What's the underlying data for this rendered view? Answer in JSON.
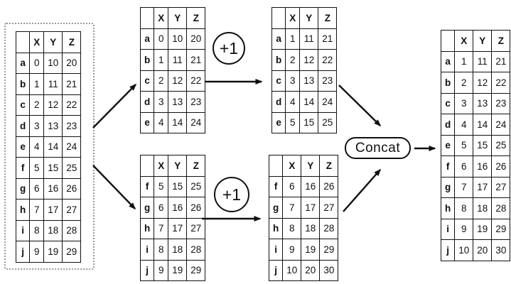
{
  "diagram": {
    "source_table": {
      "headers": [
        "",
        "X",
        "Y",
        "Z"
      ],
      "rows": [
        [
          "a",
          "0",
          "10",
          "20"
        ],
        [
          "b",
          "1",
          "11",
          "21"
        ],
        [
          "c",
          "2",
          "12",
          "22"
        ],
        [
          "d",
          "3",
          "13",
          "23"
        ],
        [
          "e",
          "4",
          "14",
          "24"
        ],
        [
          "f",
          "5",
          "15",
          "25"
        ],
        [
          "g",
          "6",
          "16",
          "26"
        ],
        [
          "h",
          "7",
          "17",
          "27"
        ],
        [
          "i",
          "8",
          "18",
          "28"
        ],
        [
          "j",
          "9",
          "19",
          "29"
        ]
      ]
    },
    "split_top_table": {
      "headers": [
        "",
        "X",
        "Y",
        "Z"
      ],
      "rows": [
        [
          "a",
          "0",
          "10",
          "20"
        ],
        [
          "b",
          "1",
          "11",
          "21"
        ],
        [
          "c",
          "2",
          "12",
          "22"
        ],
        [
          "d",
          "3",
          "13",
          "23"
        ],
        [
          "e",
          "4",
          "14",
          "24"
        ]
      ]
    },
    "split_bottom_table": {
      "headers": [
        "",
        "X",
        "Y",
        "Z"
      ],
      "rows": [
        [
          "f",
          "5",
          "15",
          "25"
        ],
        [
          "g",
          "6",
          "16",
          "26"
        ],
        [
          "h",
          "7",
          "17",
          "27"
        ],
        [
          "i",
          "8",
          "18",
          "28"
        ],
        [
          "j",
          "9",
          "19",
          "29"
        ]
      ]
    },
    "incremented_top_table": {
      "headers": [
        "",
        "X",
        "Y",
        "Z"
      ],
      "rows": [
        [
          "a",
          "1",
          "11",
          "21"
        ],
        [
          "b",
          "2",
          "12",
          "22"
        ],
        [
          "c",
          "3",
          "13",
          "23"
        ],
        [
          "d",
          "4",
          "14",
          "24"
        ],
        [
          "e",
          "5",
          "15",
          "25"
        ]
      ]
    },
    "incremented_bottom_table": {
      "headers": [
        "",
        "X",
        "Y",
        "Z"
      ],
      "rows": [
        [
          "f",
          "6",
          "16",
          "26"
        ],
        [
          "g",
          "7",
          "17",
          "27"
        ],
        [
          "h",
          "8",
          "18",
          "28"
        ],
        [
          "i",
          "9",
          "19",
          "29"
        ],
        [
          "j",
          "10",
          "20",
          "30"
        ]
      ]
    },
    "result_table": {
      "headers": [
        "",
        "X",
        "Y",
        "Z"
      ],
      "rows": [
        [
          "a",
          "1",
          "11",
          "21"
        ],
        [
          "b",
          "2",
          "12",
          "22"
        ],
        [
          "c",
          "3",
          "13",
          "23"
        ],
        [
          "d",
          "4",
          "14",
          "24"
        ],
        [
          "e",
          "5",
          "15",
          "25"
        ],
        [
          "f",
          "6",
          "16",
          "26"
        ],
        [
          "g",
          "7",
          "17",
          "27"
        ],
        [
          "h",
          "8",
          "18",
          "28"
        ],
        [
          "i",
          "9",
          "19",
          "29"
        ],
        [
          "j",
          "10",
          "20",
          "30"
        ]
      ]
    },
    "operators": {
      "increment_top": "+1",
      "increment_bottom": "+1",
      "concat": "Concat"
    },
    "colors": {
      "line": "#111111",
      "dotted_border": "#999999",
      "background": "#ffffff"
    }
  }
}
